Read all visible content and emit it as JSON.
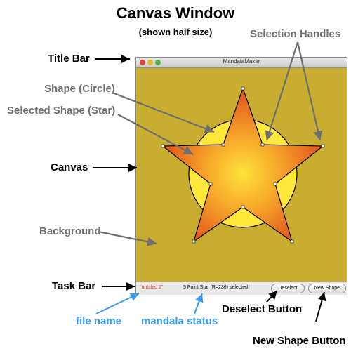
{
  "heading": {
    "title": "Canvas Window",
    "subtitle": "(shown half size)"
  },
  "labels": {
    "title_bar": "Title Bar",
    "canvas": "Canvas",
    "task_bar": "Task Bar",
    "shape_circle": "Shape (Circle)",
    "selected_shape": "Selected Shape (Star)",
    "background": "Background",
    "selection_handles": "Selection Handles",
    "file_name": "file name",
    "mandala_status": "mandala status",
    "deselect_button": "Deselect Button",
    "new_shape_button": "New Shape Button"
  },
  "window": {
    "title": "MandalaMaker",
    "file_name": "\"untitled 2\"",
    "status": "5 Point Star (R=236) selected",
    "deselect_label": "Deselect",
    "new_shape_label": "New Shape"
  },
  "colors": {
    "canvas_background": "#c8ad30",
    "circle_fill": "#ffe83a",
    "star_center": "#ffe23a",
    "star_edge": "#e0501a",
    "gray_label": "#6f6f6f",
    "blue_label": "#3a9bef",
    "file_name_text": "#d23a2a",
    "close_dot": "#e0453a",
    "minimize_dot": "#e6b52b",
    "zoom_dot": "#55b043"
  }
}
